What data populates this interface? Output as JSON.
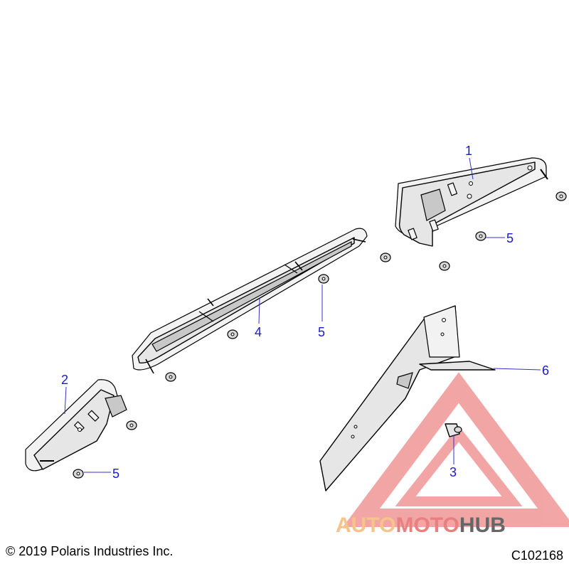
{
  "callouts": {
    "c1": "1",
    "c2": "2",
    "c3": "3",
    "c4": "4",
    "c5a": "5",
    "c5b": "5",
    "c5c": "5",
    "c6": "6"
  },
  "watermark": {
    "part1": "AUTO",
    "part2": "MOTO",
    "part3": "HUB",
    "color_light": "#f5c48a",
    "color_red": "#e85d5d",
    "color_dark": "#555555"
  },
  "footer": {
    "copyright": "© 2019 Polaris Industries Inc.",
    "code": "C102168"
  }
}
